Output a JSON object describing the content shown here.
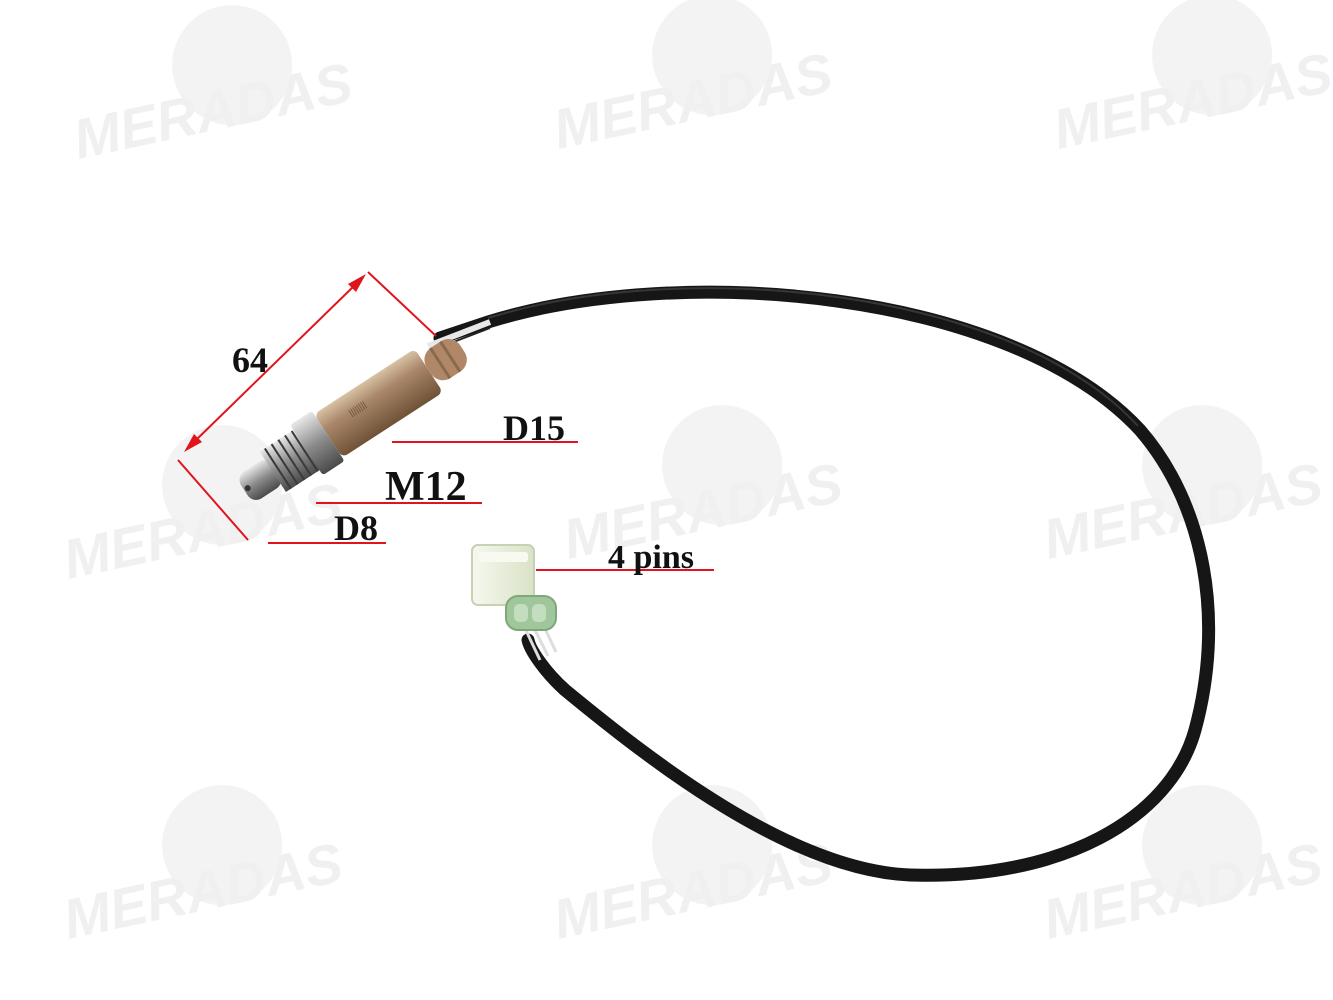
{
  "colors": {
    "background": "#ffffff",
    "dimension_line": "#e0141b",
    "cable": "#161616",
    "sensor_body": "#9c7a56",
    "connector": "#eaf0dc",
    "connector_collar": "#9fc79b",
    "watermark": "#efefef"
  },
  "watermark": {
    "text": "MERADAS"
  },
  "dimensions": {
    "length": "64",
    "outer_diameter": "D15",
    "thread": "M12",
    "tip_diameter": "D8",
    "connector_pins": "4 pins"
  }
}
